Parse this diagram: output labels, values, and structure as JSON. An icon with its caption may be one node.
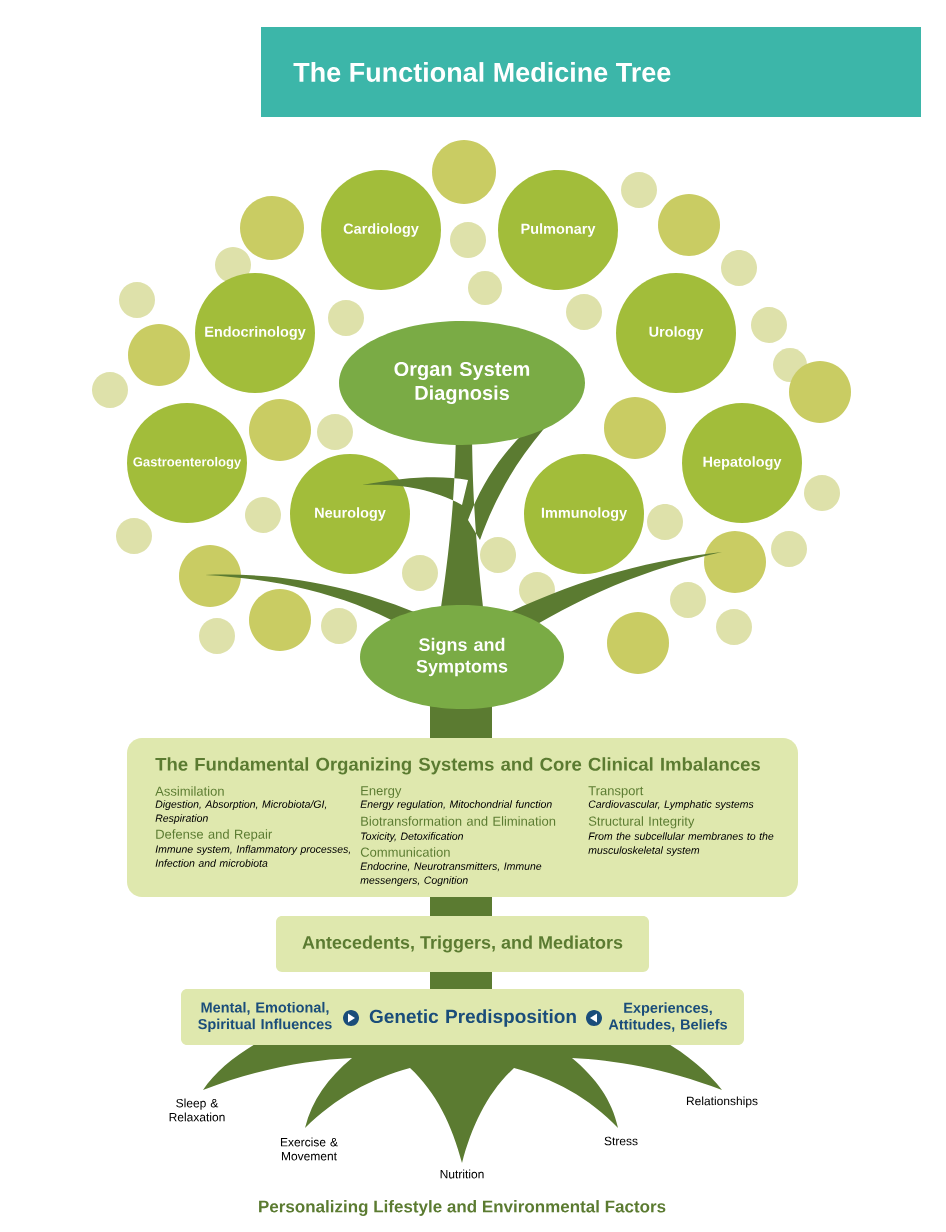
{
  "diagram": {
    "title": "The Functional Medicine Tree",
    "caption": "Personalizing Lifestyle and Environmental Factors",
    "nodes": [
      {
        "text": [
          "Organ System Diagnosis"
        ]
      },
      {
        "text": [
          "Cardiology"
        ]
      },
      {
        "text": [
          "Pulmonary"
        ]
      },
      {
        "text": [
          "Endocrinology"
        ]
      },
      {
        "text": [
          "Urology"
        ]
      },
      {
        "text": [
          "Gastroenterology"
        ]
      },
      {
        "text": [
          "Hepatology"
        ]
      },
      {
        "text": [
          "Neurology"
        ]
      },
      {
        "text": [
          "Immunology"
        ]
      },
      {
        "text": [
          "Signs and Symptoms"
        ]
      },
      {
        "text": [
          "The Fundamental Organizing Systems and Core Clinical Imbalances",
          "Assimilation",
          "Digestion, Absorption, Microbiota/GI, Respiration",
          "Defense and Repair",
          "Immune system, Inflammatory processes, Infection and microbiota",
          "Energy",
          "Energy regulation, Mitochondrial function",
          "Biotransformation and Elimination",
          "Toxicity, Detoxification",
          "Communication",
          "Endocrine, Neurotransmitters, Immune messengers, Cognition",
          "Transport",
          "Cardiovascular, Lymphatic systems",
          "Structural Integrity",
          "From the subcellular membranes to the musculoskeletal system"
        ]
      },
      {
        "text": [
          "Antecedents, Triggers, and Mediators"
        ]
      },
      {
        "text": [
          "Mental, Emotional, Spiritual Influences",
          "Genetic Predisposition",
          "Experiences, Attitudes, Beliefs"
        ]
      },
      {
        "text": [],
        "shape": "circle"
      },
      {
        "text": [],
        "shape": "circle"
      },
      {
        "text": [],
        "shape": "circle"
      },
      {
        "text": [],
        "shape": "circle"
      },
      {
        "text": [],
        "shape": "circle"
      },
      {
        "text": [],
        "shape": "circle"
      },
      {
        "text": [],
        "shape": "circle"
      },
      {
        "text": [],
        "shape": "circle"
      },
      {
        "text": [],
        "shape": "circle"
      },
      {
        "text": [],
        "shape": "circle"
      },
      {
        "text": [],
        "shape": "circle"
      },
      {
        "text": [],
        "shape": "circle"
      },
      {
        "text": [],
        "shape": "circle"
      },
      {
        "text": [],
        "shape": "circle"
      },
      {
        "text": [],
        "shape": "circle"
      },
      {
        "text": [],
        "shape": "circle"
      },
      {
        "text": [],
        "shape": "circle"
      },
      {
        "text": [],
        "shape": "circle"
      },
      {
        "text": [],
        "shape": "circle"
      },
      {
        "text": [],
        "shape": "circle"
      },
      {
        "text": [],
        "shape": "circle"
      },
      {
        "text": [],
        "shape": "circle"
      },
      {
        "text": [],
        "shape": "circle"
      },
      {
        "text": [],
        "shape": "circle"
      },
      {
        "text": [],
        "shape": "circle"
      },
      {
        "text": [],
        "shape": "circle"
      },
      {
        "text": [],
        "shape": "circle"
      },
      {
        "text": [],
        "shape": "circle"
      },
      {
        "text": [],
        "shape": "circle"
      },
      {
        "text": [],
        "shape": "circle"
      },
      {
        "text": [],
        "shape": "circle"
      },
      {
        "text": [],
        "shape": "circle"
      },
      {
        "text": [],
        "shape": "circle"
      },
      {
        "text": [],
        "shape": "circle"
      },
      {
        "text": [],
        "shape": "circle"
      }
    ],
    "edges": [],
    "labels": [
      "Sleep & Relaxation",
      "Relationships",
      "Exercise & Movement",
      "Stress",
      "Nutrition"
    ]
  }
}
